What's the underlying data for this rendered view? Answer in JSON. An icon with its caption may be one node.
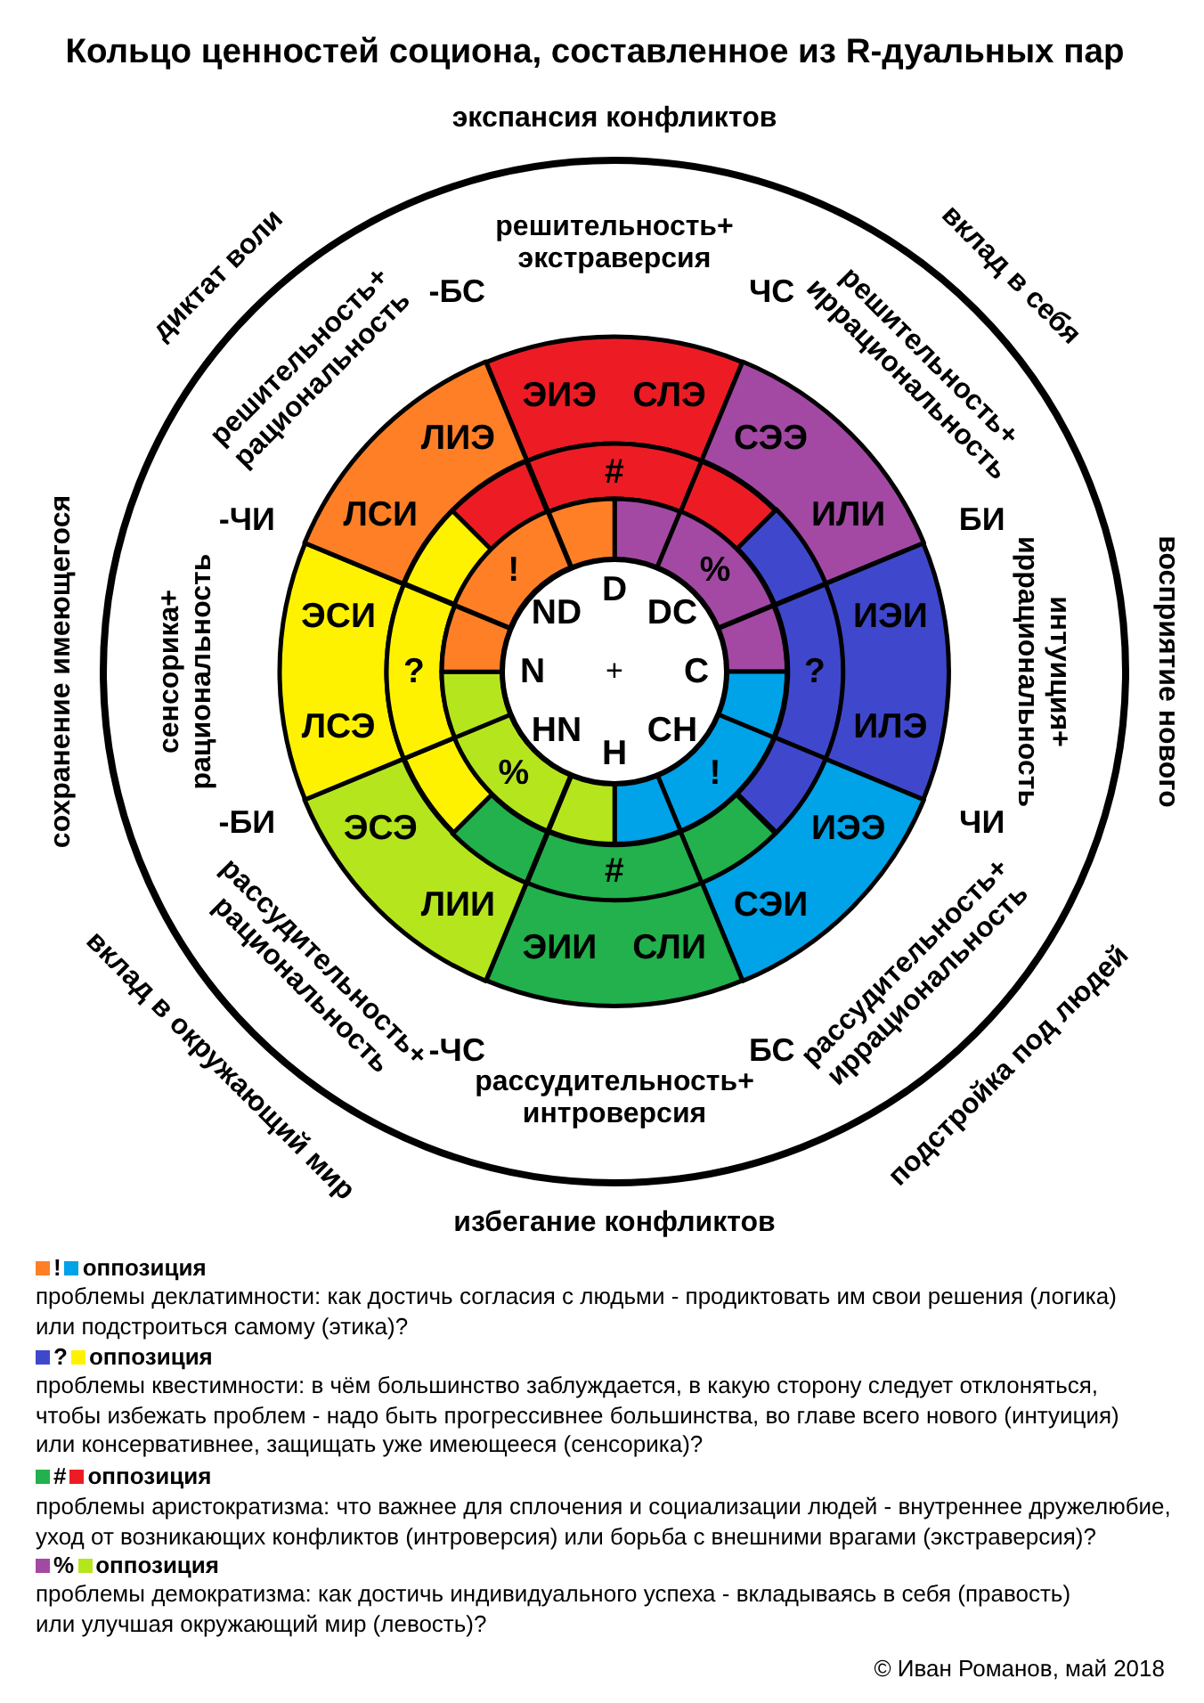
{
  "diagram": {
    "title": "Кольцо ценностей социона, составленное из R-дуальных пар",
    "nodes": [
      {
        "text": [
          "решительность+ экстраверсия",
          "ЧС",
          "решительность+ иррациональность",
          "БИ",
          "интуиция+ иррациональность",
          "ЧИ",
          "рассудительность+ иррациональность",
          "БС",
          "рассудительность+ интроверсия",
          "-ЧС",
          "рассудительность+ рациональность",
          "-БИ",
          "сенсорика+ рациональность",
          "-ЧИ",
          "решительность+ рациональность",
          "-БС"
        ]
      },
      {
        "text": [
          "ЭИЭ",
          "СЛЭ"
        ],
        "in": 0
      },
      {
        "text": [
          "СЭЭ",
          "ИЛИ"
        ],
        "in": 0
      },
      {
        "text": [
          "ИЭИ",
          "ИЛЭ"
        ],
        "in": 0
      },
      {
        "text": [
          "ИЭЭ",
          "СЭИ"
        ],
        "in": 0
      },
      {
        "text": [
          "ЭИИ",
          "СЛИ"
        ],
        "in": 0
      },
      {
        "text": [
          "ЭСЭ",
          "ЛИИ"
        ],
        "in": 0
      },
      {
        "text": [
          "ЭСИ",
          "ЛСЭ"
        ],
        "in": 0
      },
      {
        "text": [
          "ЛСИ",
          "ЛИЭ"
        ],
        "in": 0
      },
      {
        "text": [
          "#"
        ],
        "in": 0
      },
      {
        "text": [],
        "shape": "sector",
        "in": 0
      },
      {
        "text": [],
        "shape": "sector",
        "in": 0
      },
      {
        "text": [
          "?"
        ],
        "in": 0
      },
      {
        "text": [],
        "shape": "sector",
        "in": 0
      },
      {
        "text": [],
        "shape": "sector",
        "in": 0
      },
      {
        "text": [
          "#"
        ],
        "in": 0
      },
      {
        "text": [],
        "shape": "sector",
        "in": 0
      },
      {
        "text": [],
        "shape": "sector",
        "in": 0
      },
      {
        "text": [
          "?"
        ],
        "in": 0
      },
      {
        "text": [],
        "shape": "sector",
        "in": 0
      },
      {
        "text": [],
        "shape": "sector",
        "in": 0
      },
      {
        "text": [],
        "shape": "sector",
        "in": 0
      },
      {
        "text": [
          "%"
        ],
        "in": 0
      },
      {
        "text": [],
        "shape": "sector",
        "in": 0
      },
      {
        "text": [],
        "shape": "sector",
        "in": 0
      },
      {
        "text": [
          "!"
        ],
        "in": 0
      },
      {
        "text": [],
        "shape": "sector",
        "in": 0
      },
      {
        "text": [],
        "shape": "sector",
        "in": 0
      },
      {
        "text": [
          "%"
        ],
        "in": 0
      },
      {
        "text": [],
        "shape": "sector",
        "in": 0
      },
      {
        "text": [],
        "shape": "sector",
        "in": 0
      },
      {
        "text": [
          "!"
        ],
        "in": 0
      },
      {
        "text": [],
        "shape": "sector",
        "in": 0
      },
      {
        "text": [
          "D",
          "DC",
          "C",
          "CH",
          "H",
          "HN",
          "N",
          "ND",
          "+"
        ],
        "in": 0
      }
    ],
    "labels": [
      "экспансия конфликтов",
      "вклад в себя",
      "восприятие нового",
      "подстройка под людей",
      "избегание конфликтов",
      "вклад в окружающий мир",
      "сохранение имеющегося",
      "диктат воли",
      "проблемы деклатимности: как достичь согласия с людьми - продиктовать им свои решения (логика) или подстроиться самому (этика)?",
      "проблемы квестимности: в чём большинство заблуждается, в какую сторону следует отклоняться, чтобы избежать проблем - надо быть прогрессивнее большинства, во главе всего нового (интуиция) или консервативнее, защищать уже имеющееся (сенсорика)?",
      "проблемы аристократизма: что важнее для сплочения и социализации людей - внутреннее дружелюбие, уход от возникающих конфликтов (интроверсия) или борьба с внешними врагами (экстраверсия)?",
      "проблемы демократизма: как достичь индивидуального успеха - вкладываясь в себя (правость) или улучшая окружающий мир (левость)?",
      "© Иван Романов, май 2018"
    ],
    "legend": [
      {
        "text": "!",
        "color": "#ff7f27"
      },
      {
        "text": "оппозиция",
        "color": "#00a2e8"
      },
      {
        "text": "?",
        "color": "#3f48cc"
      },
      {
        "text": "оппозиция",
        "color": "#fff200"
      },
      {
        "text": "#",
        "color": "#22b14c"
      },
      {
        "text": "оппозиция",
        "color": "#ed1c24"
      },
      {
        "text": "%",
        "color": "#a349a4"
      },
      {
        "text": "оппозиция",
        "color": "#b5e61d"
      }
    ]
  }
}
